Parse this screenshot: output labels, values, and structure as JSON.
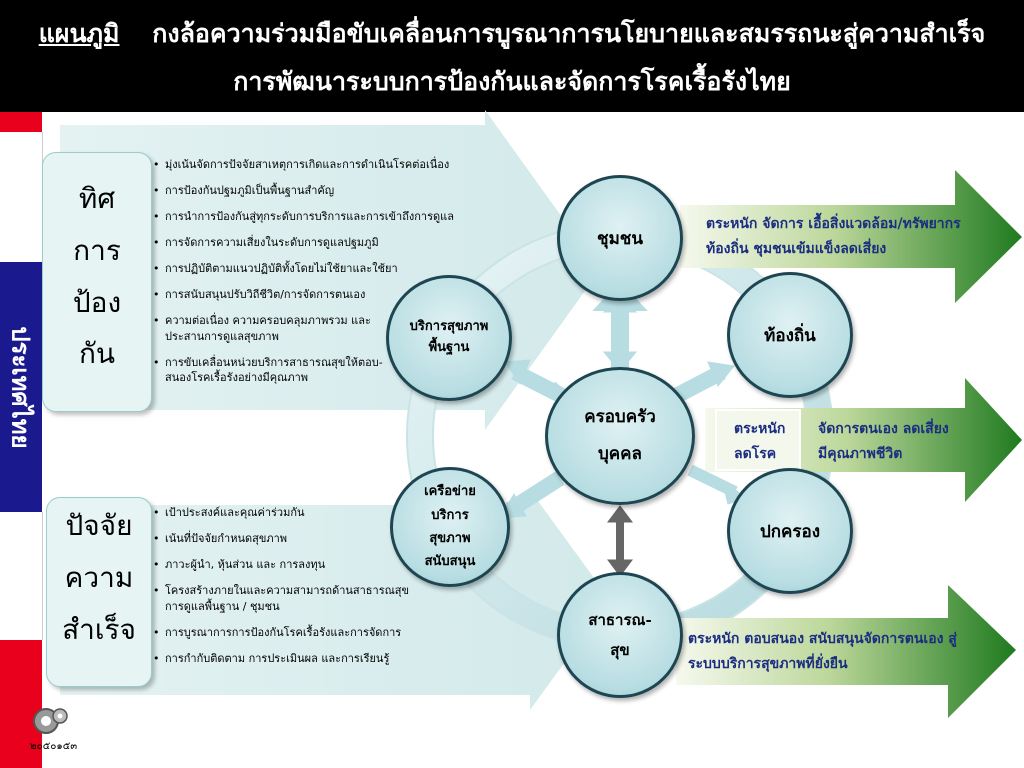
{
  "header": {
    "label": "แผนภูมิ",
    "title_line1": "กงล้อความร่วมมือขับเคลื่อนการบูรณาการนโยบายและสมรรถนะสู่ความสำเร็จ",
    "title_line2": "การพัฒนาระบบการป้องกันและจัดการโรคเรื้อรังไทย"
  },
  "flag": {
    "vertical_text": "ประเทศไทย",
    "colors": {
      "red": "#e8001c",
      "white": "#ffffff",
      "blue": "#1a1a8e"
    }
  },
  "left_boxes": {
    "direction": {
      "words": [
        "ทิศ",
        "การ",
        "ป้อง",
        "กัน"
      ]
    },
    "success": {
      "words": [
        "ปัจจัย",
        "ความ",
        "สำเร็จ"
      ]
    }
  },
  "prevention_list": [
    "มุ่งเน้นจัดการปัจจัยสาเหตุการเกิดและการดำเนินโรคต่อเนื่อง",
    "การป้องกันปฐมภูมิเป็นพื้นฐานสำคัญ",
    "การนำการป้องกันสู่ทุกระดับการบริการและการเข้าถึงการดูแล",
    "การจัดการความเสี่ยงในระดับการดูแลปฐมภูมิ",
    "การปฏิบัติตามแนวปฏิบัติทั้งโดยไม่ใช้ยาและใช้ยา",
    "การสนับสนุนปรับวิถีชีวิต/การจัดการตนเอง",
    "ความต่อเนื่อง ความครอบคลุมภาพรวม และประสานการดูแลสุขภาพ",
    "การขับเคลื่อนหน่วยบริการสาธารณสุขให้ตอบ-สนองโรคเรื้อรังอย่างมีคุณภาพ"
  ],
  "success_list": [
    "เป้าประสงค์และคุณค่าร่วมกัน",
    "เน้นที่ปัจจัยกำหนดสุขภาพ",
    "ภาวะผู้นำ, หุ้นส่วน และ การลงทุน",
    "โครงสร้างภายในและความสามารถด้านสาธารณสุข การดูแลพื้นฐาน / ชุมชน",
    "การบูรณาการการป้องกันโรคเรื้อรังและการจัดการ",
    "การกำกับติดตาม การประเมินผล และการเรียนรู้"
  ],
  "circles": {
    "community": "ชุมชน",
    "local": "ท้องถิ่น",
    "basic_service": "บริการสุขภาพพื้นฐาน",
    "family_line1": "ครอบครัว",
    "family_line2": "บุคคล",
    "network": "เครือข่ายบริการสุขภาพสนับสนุน",
    "governance": "ปกครอง",
    "public_health": "สาธารณ-สุข"
  },
  "green_arrows": {
    "arrow1_text": "ตระหนัก จัดการ เอื้อสิ่งแวดล้อม/ทรัพยากรท้องถิ่น ชุมชนเข้มแข็งลดเสี่ยง",
    "arrow2_text_a": "ตระหนัก ลดโรค",
    "arrow2_text_b": "จัดการตนเอง ลดเสี่ยง มีคุณภาพชีวิต",
    "arrow3_text": "ตระหนัก ตอบสนอง สนับสนุนจัดการตนเอง สู่ระบบบริการสุขภาพที่ยั่งยืน",
    "color": "#2e7d32"
  },
  "logo": {
    "text": "๒๐๕๐๑๕๓",
    "icon": "gear-icon"
  }
}
